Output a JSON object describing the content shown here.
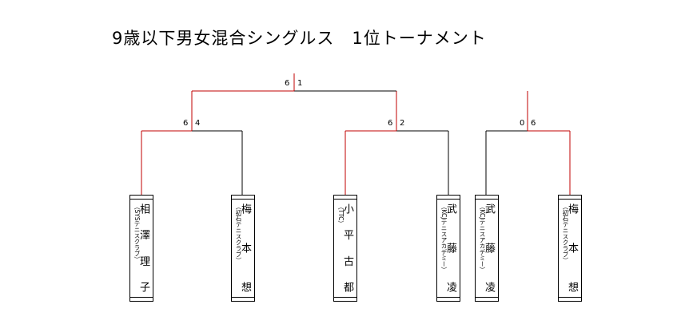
{
  "title": "9歳以下男女混合シングルス　1位トーナメント",
  "colors": {
    "winner_line": "#c00000",
    "loser_line": "#000000"
  },
  "matches": {
    "final": {
      "left_score": "6",
      "right_score": "1"
    },
    "semi1": {
      "left_score": "6",
      "right_score": "4"
    },
    "semi2": {
      "left_score": "6",
      "right_score": "2"
    },
    "semi3": {
      "left_score": "0",
      "right_score": "6"
    }
  },
  "players": [
    {
      "name": "相澤理子",
      "club": "（SYSテニスクラブ）"
    },
    {
      "name": "梅本想",
      "club": "（初石テニスクラブ）"
    },
    {
      "name": "小平古都",
      "club": "（TTC）"
    },
    {
      "name": "武藤凌",
      "club": "（KCJテニスアカデミー）"
    },
    {
      "name": "武藤凌",
      "club": "（KCJテニスアカデミー）"
    },
    {
      "name": "梅本想",
      "club": "（初石テニスクラブ）"
    }
  ]
}
